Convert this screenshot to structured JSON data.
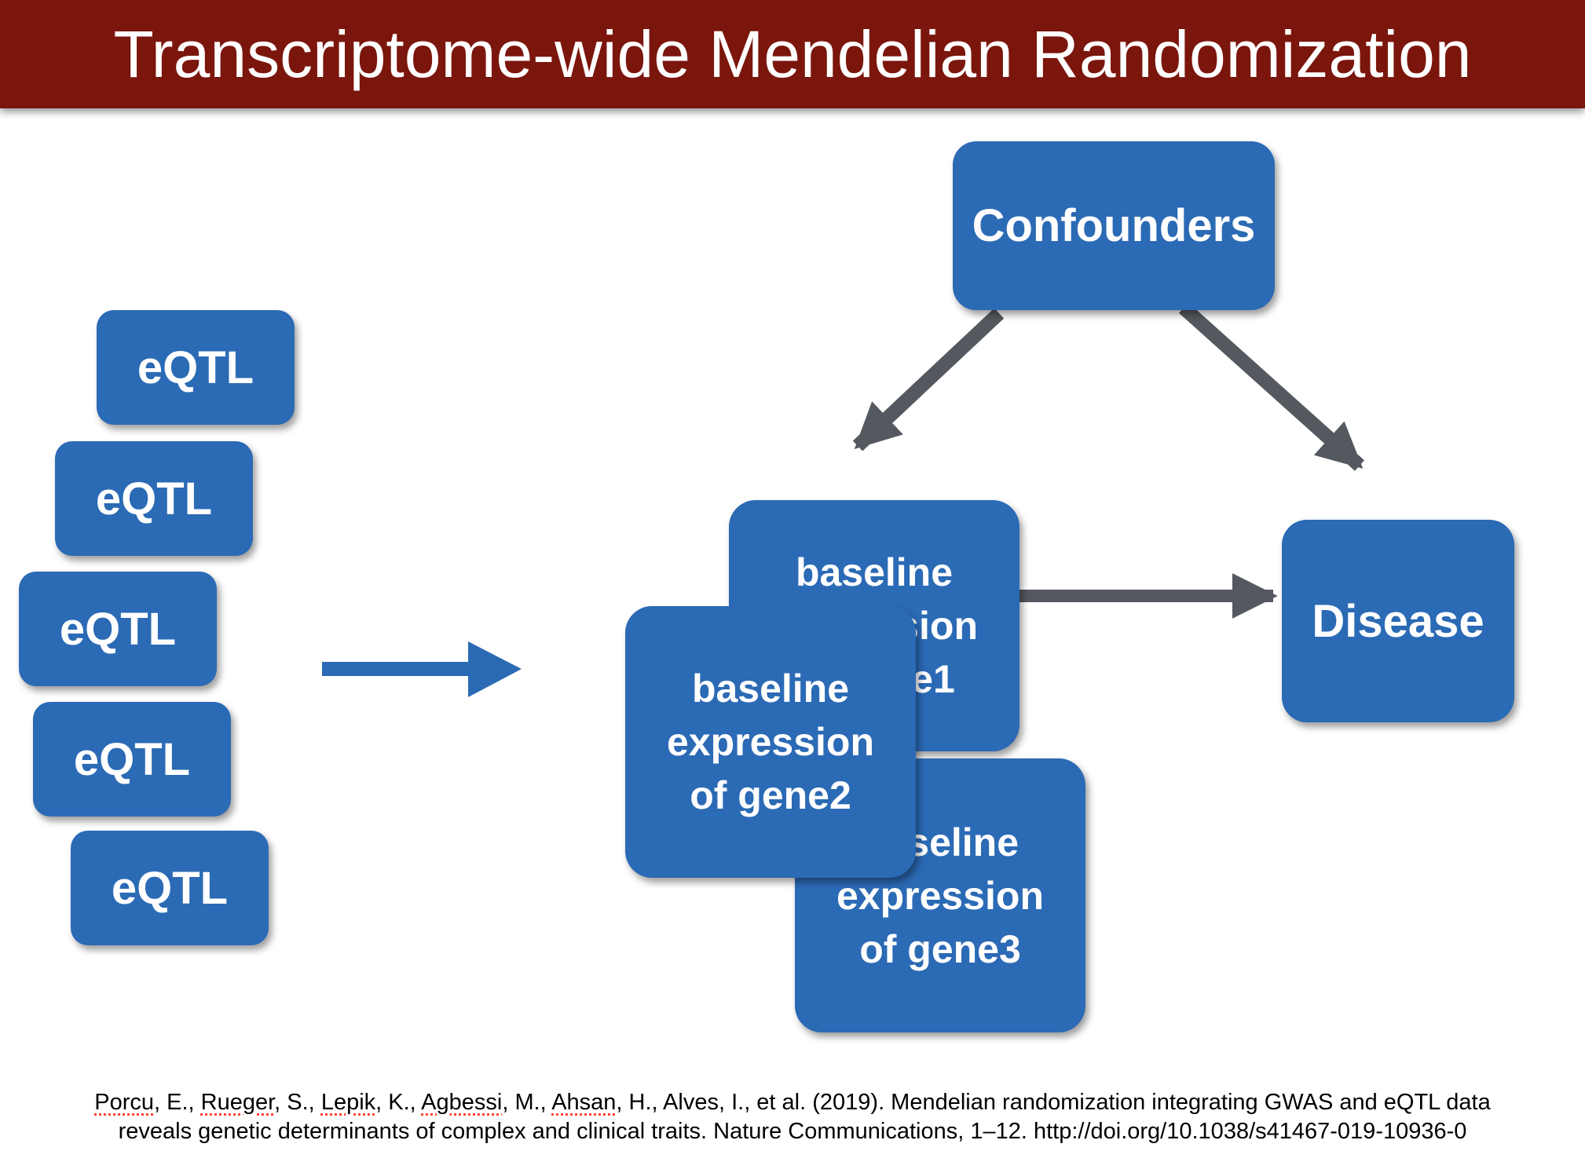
{
  "header": {
    "title": "Transcriptome-wide Mendelian Randomization"
  },
  "colors": {
    "header_bg": "#7B160D",
    "box_blue": "#2B6AB5",
    "arrow_gray": "#54595F",
    "box_text": "#FFFFFF",
    "citation_text": "#000000",
    "spellcheck_red": "#FF4433",
    "page_bg": "#FFFFFF"
  },
  "diagram": {
    "eqtl_boxes": [
      {
        "label": "eQTL"
      },
      {
        "label": "eQTL"
      },
      {
        "label": "eQTL"
      },
      {
        "label": "eQTL"
      },
      {
        "label": "eQTL"
      }
    ],
    "exposure_boxes": [
      {
        "lines": [
          "baseline",
          "expression",
          "of gene1"
        ]
      },
      {
        "lines": [
          "baseline",
          "expression",
          "of gene2"
        ]
      },
      {
        "lines": [
          "baseline",
          "expression",
          "of gene3"
        ]
      }
    ],
    "confounders": {
      "label": "Confounders"
    },
    "disease": {
      "label": "Disease"
    }
  },
  "citation": {
    "line1_segments": [
      {
        "text": "Porcu",
        "misspelled": true
      },
      {
        "text": ", E., ",
        "misspelled": false
      },
      {
        "text": "Rueger",
        "misspelled": true
      },
      {
        "text": ", S., ",
        "misspelled": false
      },
      {
        "text": "Lepik",
        "misspelled": true
      },
      {
        "text": ", K., ",
        "misspelled": false
      },
      {
        "text": "Agbessi",
        "misspelled": true
      },
      {
        "text": ", M., ",
        "misspelled": false
      },
      {
        "text": "Ahsan",
        "misspelled": true
      },
      {
        "text": ", H., Alves, I., et al. (2019). Mendelian randomization integrating GWAS and eQTL data",
        "misspelled": false
      }
    ],
    "line2": "reveals genetic determinants of complex and clinical traits. Nature Communications, 1–12. http://doi.org/10.1038/s41467-019-10936-0"
  }
}
